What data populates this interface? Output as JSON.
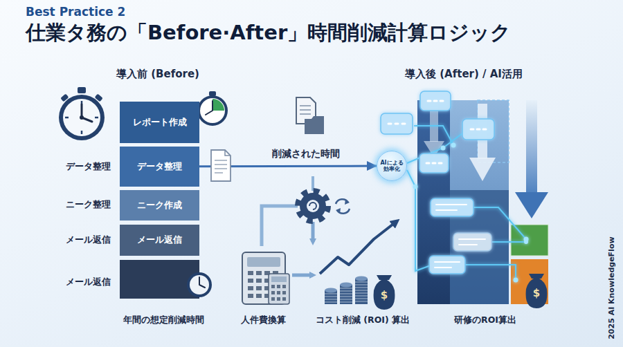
{
  "diagram": {
    "title": "仕業タ務の「Before·After」時間削減計算ロジック",
    "nodes": [
      {
        "text": [
          "レポート作成"
        ]
      },
      {
        "text": [
          "データ整理"
        ]
      },
      {
        "text": [
          "ニーク作成"
        ]
      },
      {
        "text": [
          "メール返信"
        ]
      },
      {
        "text": [
          "AIによる 効率化"
        ]
      }
    ],
    "edges": [
      {
        "from": 1,
        "to": 4,
        "label": "削減された時間",
        "arrow": "to"
      }
    ],
    "labels": [
      "Best Practice 2",
      "導入前 (Before)",
      "データ整理",
      "ニーク整理",
      "メール返信",
      "メール返信",
      "年間の想定削減時間",
      "人件費換算",
      "コスト削減 (ROI) 算出",
      "導入後 (After) / AI活用",
      "研修のROI算出",
      "$",
      "$",
      "2025 AI KnowledgeFlow"
    ]
  }
}
